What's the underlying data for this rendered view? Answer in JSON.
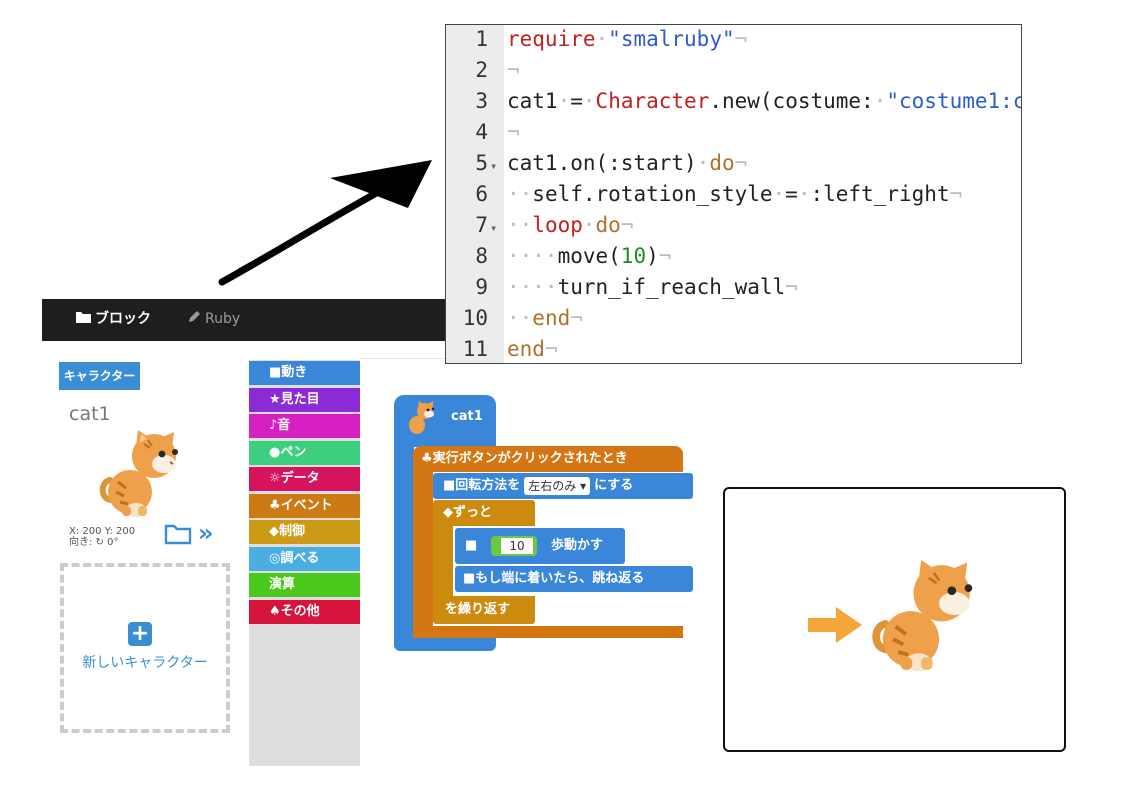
{
  "nav": {
    "tabs": [
      {
        "label": "ブロック",
        "icon": "folder-icon",
        "active": true
      },
      {
        "label": "Ruby",
        "icon": "pencil-icon",
        "active": false
      }
    ]
  },
  "character_panel": {
    "badge": "キャラクター",
    "name": "cat1",
    "position_text": "X: 200 Y: 200",
    "direction_text": "向き: ↻ 0°",
    "new_character_label": "新しいキャラクター"
  },
  "palette": {
    "categories": [
      {
        "label": "■動き",
        "color": "#3a86d8"
      },
      {
        "label": "★見た目",
        "color": "#8a2bd6"
      },
      {
        "label": "♪音",
        "color": "#d61fc0"
      },
      {
        "label": "●ペン",
        "color": "#3ccf80"
      },
      {
        "label": "☼データ",
        "color": "#d6145e"
      },
      {
        "label": "♣イベント",
        "color": "#cc7a14"
      },
      {
        "label": "◆制御",
        "color": "#cc9a14"
      },
      {
        "label": "◎調べる",
        "color": "#4aaee0"
      },
      {
        "label": "演算",
        "color": "#4ac81e"
      },
      {
        "label": "♠その他",
        "color": "#d6143c"
      }
    ]
  },
  "blocks": {
    "hat_label": "cat1",
    "event": "♣実行ボタンがクリックされたとき",
    "rotation_prefix": "■回転方法を",
    "rotation_value": "左右のみ ▾",
    "rotation_suffix": "にする",
    "forever": "◆ずっと",
    "forever_end": "を繰り返す",
    "move_prefix": "■",
    "move_steps": "10",
    "move_label": "歩動かす",
    "bounce": "■もし端に着いたら、跳ね返る"
  },
  "editor": {
    "line_numbers": [
      "1",
      "2",
      "3",
      "4",
      "5",
      "6",
      "7",
      "8",
      "9",
      "10",
      "11"
    ],
    "fold_markers": {
      "5": "▾",
      "7": "▾"
    }
  },
  "colors": {
    "motion_blue": "#3a86d8",
    "event_orange": "#d57614",
    "control_gold": "#cc8a0f",
    "nav_black": "#1e1e1e"
  }
}
